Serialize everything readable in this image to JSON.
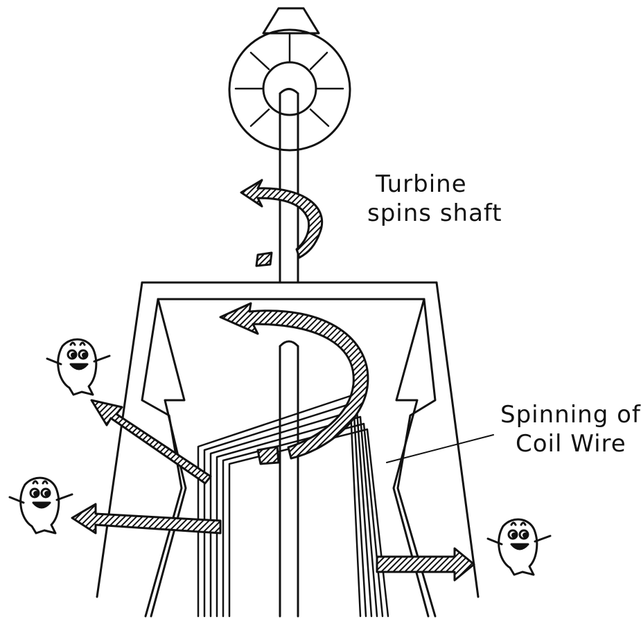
{
  "labels": {
    "turbine_line1": "Turbine",
    "turbine_line2": "spins shaft",
    "coil_line1": "Spinning of",
    "coil_line2": "Coil Wire"
  },
  "colors": {
    "ink": "#111111",
    "arrow_fill": "#2a2a2a",
    "background": "#ffffff"
  },
  "icons": [
    "turbine-wheel-icon",
    "electron-creature-icon",
    "rotation-arrow-icon",
    "straight-arrow-icon"
  ]
}
